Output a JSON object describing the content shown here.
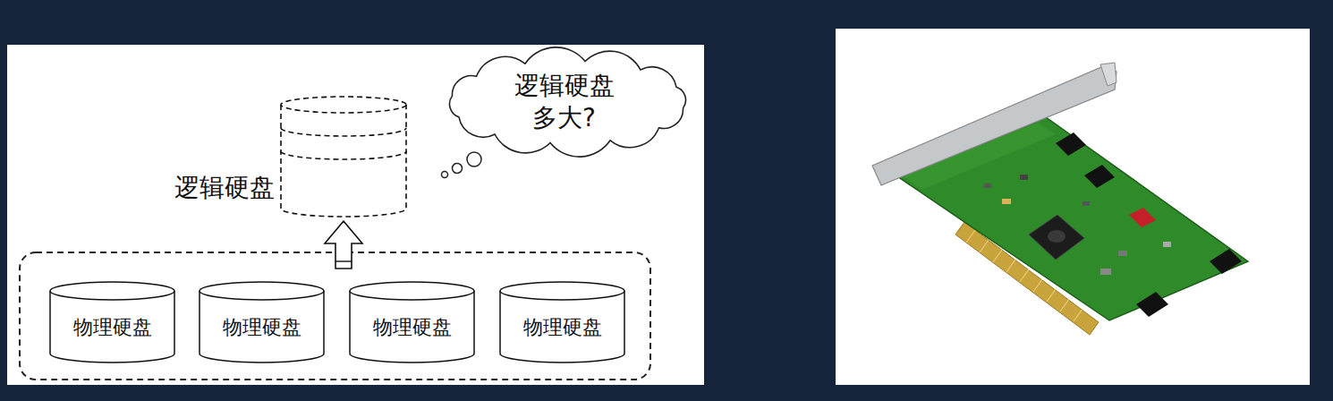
{
  "diagram": {
    "nodes": [
      {
        "text": [
          "逻辑硬盘"
        ]
      },
      {
        "text": [
          "逻辑硬盘 多大?"
        ]
      },
      {
        "text": [
          "物理硬盘"
        ]
      },
      {
        "text": [
          "物理硬盘"
        ]
      },
      {
        "text": [
          "物理硬盘"
        ]
      },
      {
        "text": [
          "物理硬盘"
        ]
      }
    ]
  }
}
